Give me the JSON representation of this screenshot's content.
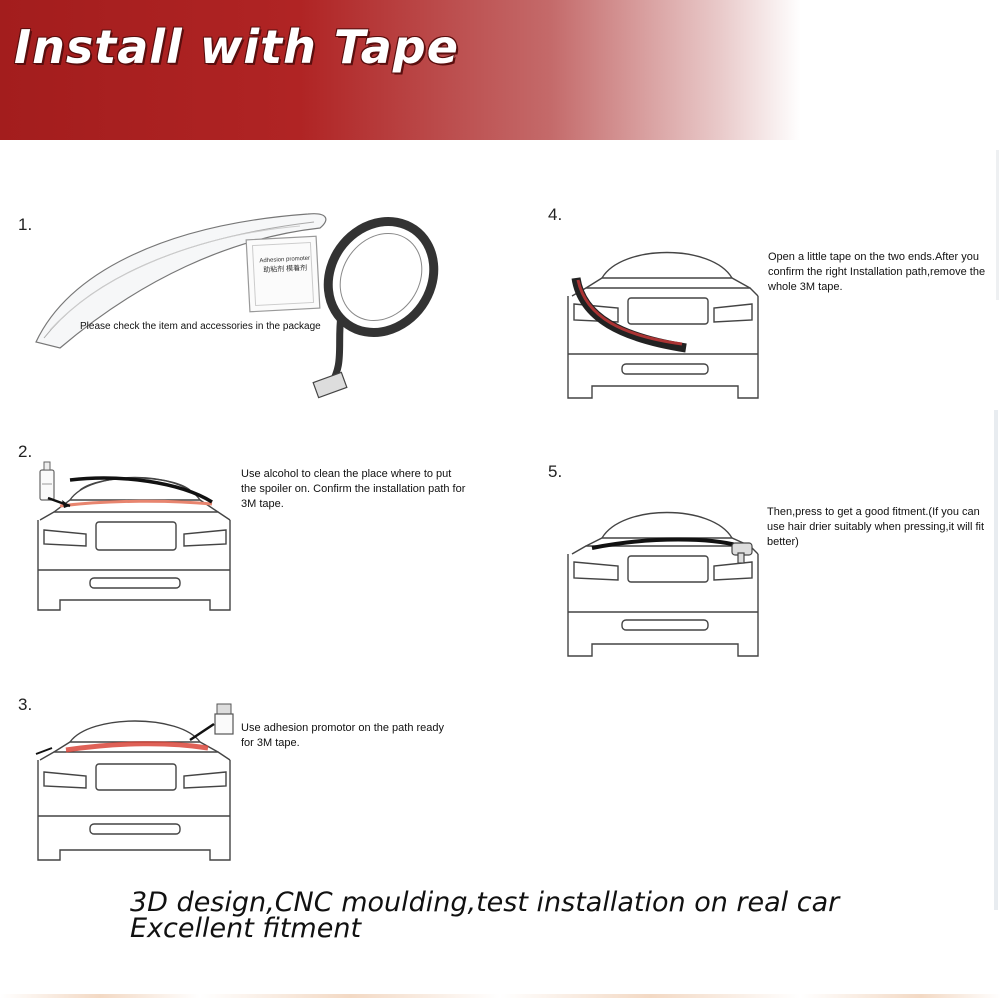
{
  "header": {
    "title": "Install with Tape"
  },
  "steps": [
    {
      "number": "1.",
      "caption": "Please check  the item and accessories in the package",
      "packet_label_en": "Adhesion promoter",
      "packet_label_cn": "助粘剂 模着剂"
    },
    {
      "number": "2.",
      "caption": "Use alcohol to clean the place where to put the spoiler on. Confirm the installation path for 3M tape."
    },
    {
      "number": "3.",
      "caption": "Use adhesion promotor on the path ready for 3M tape."
    },
    {
      "number": "4.",
      "caption": "Open a little tape on the two ends.After you confirm the right Installation path,remove the whole 3M tape."
    },
    {
      "number": "5.",
      "caption": "Then,press to get a good fitment.(If you can use hair drier suitably when pressing,it will fit better)"
    }
  ],
  "footer": {
    "line1": "3D design,CNC moulding,test installation on real car",
    "line2": "Excellent fitment"
  },
  "colors": {
    "banner": "#a31d1d",
    "highlight": "#d9453a",
    "spoiler": "#1a1a1a"
  }
}
